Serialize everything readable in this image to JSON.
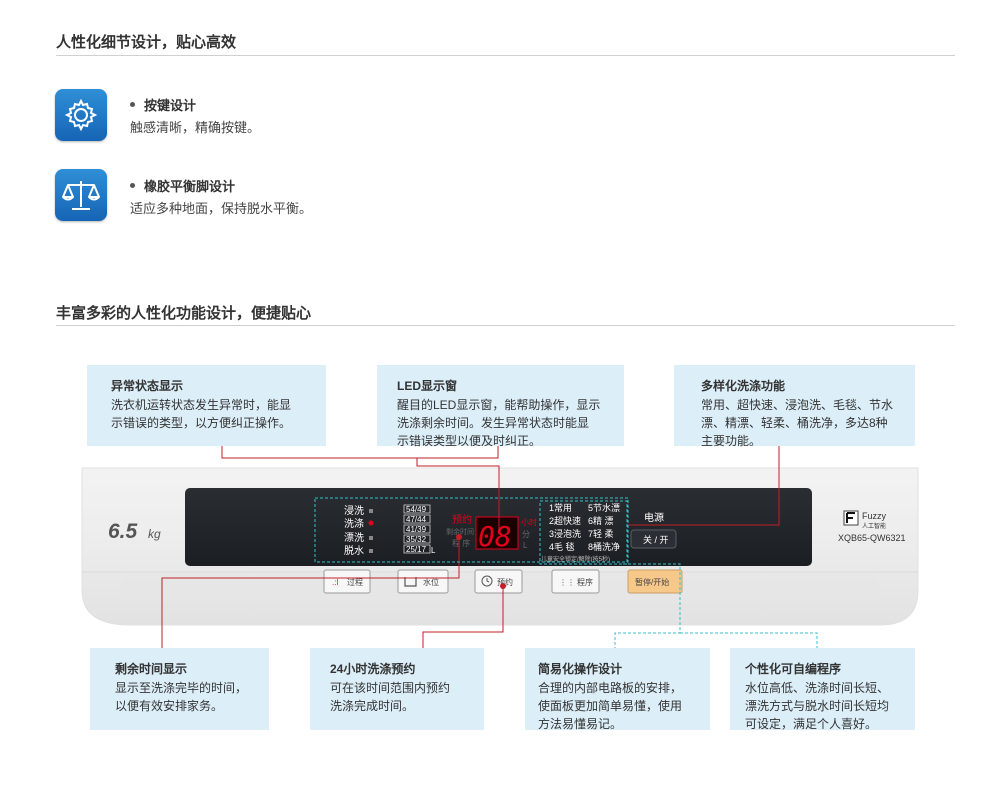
{
  "section1": {
    "title": "人性化细节设计，贴心高效"
  },
  "features": [
    {
      "icon": "gear-icon",
      "title": "按键设计",
      "desc": "触感清晰，精确按键。"
    },
    {
      "icon": "balance-scale-icon",
      "title": "橡胶平衡脚设计",
      "desc": "适应多种地面，保持脱水平衡。"
    }
  ],
  "section2": {
    "title": "丰富多彩的人性化功能设计，便捷贴心"
  },
  "callouts": {
    "abnormal": {
      "title": "异常状态显示",
      "lines": [
        "洗衣机运转状态发生异常时，能显",
        "示错误的类型，以方便纠正操作。"
      ]
    },
    "led": {
      "title": "LED显示窗",
      "lines": [
        "醒目的LED显示窗，能帮助操作，显示",
        "洗涤剩余时间。发生异常状态时能显",
        "示错误类型以便及时纠正。"
      ]
    },
    "modes": {
      "title": "多样化洗涤功能",
      "lines": [
        "常用、超快速、浸泡洗、毛毯、节水",
        "漂、精漂、轻柔、桶洗净，多达8种",
        "主要功能。"
      ]
    },
    "remaining": {
      "title": "剩余时间显示",
      "lines": [
        "显示至洗涤完毕的时间，",
        "以便有效安排家务。"
      ]
    },
    "reserve": {
      "title": "24小时洗涤预约",
      "lines": [
        "可在该时间范围内预约",
        "洗涤完成时间。"
      ]
    },
    "simple": {
      "title": "简易化操作设计",
      "lines": [
        "合理的内部电路板的安排，",
        "使面板更加简单易懂，使用",
        "方法易懂易记。"
      ]
    },
    "custom": {
      "title": "个性化可自编程序",
      "lines": [
        "水位高低、洗涤时间长短、",
        "漂洗方式与脱水时间长短均",
        "可设定，满足个人喜好。"
      ]
    }
  },
  "panel": {
    "capacity": "6.5",
    "capacity_unit": "kg",
    "stages": [
      "浸洗",
      "洗涤",
      "漂洗",
      "脱水"
    ],
    "levels": [
      "54/49",
      "47/44",
      "41/39",
      "35/32",
      "25/17"
    ],
    "level_unit": "L",
    "reserve_label": "预约",
    "remain_label": "剩余时间",
    "program_label": "程 序",
    "display_value": "08",
    "hour_label": "小时",
    "minute_label": "分",
    "liter_label": "L",
    "programs": [
      "1常用",
      "5节水漂",
      "2超快速",
      "6精 漂",
      "3浸泡洗",
      "7轻 柔",
      "4毛 毯",
      "8桶洗净"
    ],
    "child_lock_note": "儿童安全锁定/解除(按5秒)",
    "power_label": "电源",
    "power_button": "关 / 开",
    "brand": "Fuzzy",
    "brand_sub": "人工智能",
    "model": "XQB65-QW6321",
    "buttons": [
      "过程",
      "水位",
      "预约",
      "程序",
      "暂停/开始"
    ]
  },
  "colors": {
    "accent_red": "#c0202a",
    "led_red": "#e3001b",
    "callout_bg": "#dceef8",
    "dashed_cyan": "#34c0cc",
    "start_button": "#f6c98a"
  }
}
